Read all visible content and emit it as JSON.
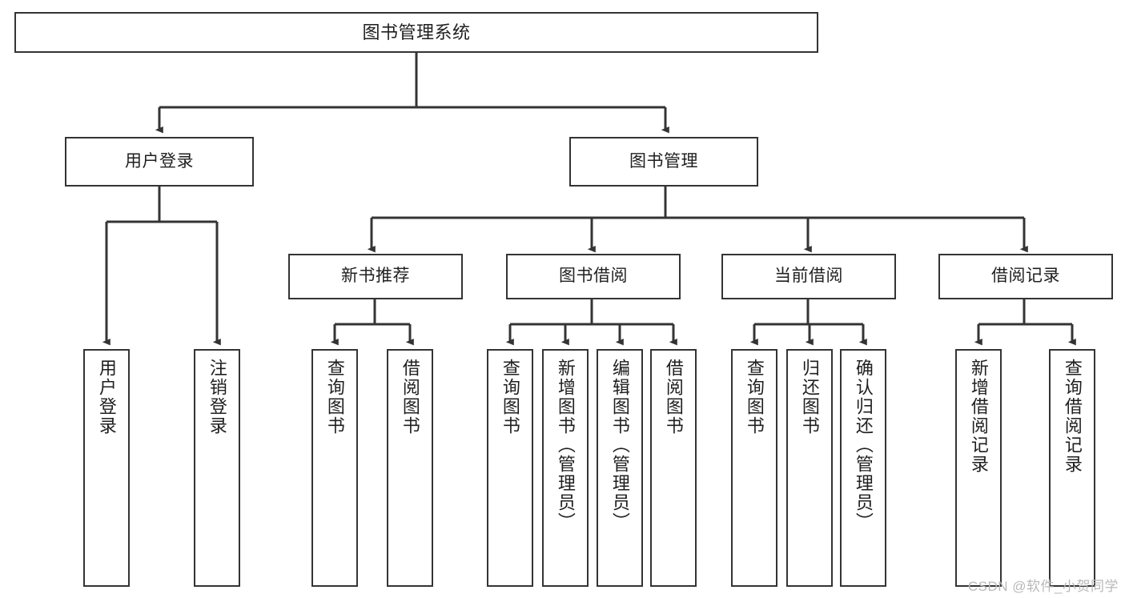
{
  "diagram": {
    "type": "tree",
    "title": "图书管理系统",
    "watermark": "CSDN @软件_小贺同学",
    "colors": {
      "stroke": "#343434",
      "fill": "#ffffff",
      "text": "#1f1f1f",
      "watermark": "#b9b9b9"
    },
    "nodes": {
      "root": {
        "label": "图书管理系统"
      },
      "level2": [
        {
          "label": "用户登录"
        },
        {
          "label": "图书管理"
        }
      ],
      "level3": [
        {
          "label": "新书推荐"
        },
        {
          "label": "图书借阅"
        },
        {
          "label": "当前借阅"
        },
        {
          "label": "借阅记录"
        }
      ],
      "leaves": {
        "user_login": [
          {
            "label": "用户登录"
          },
          {
            "label": "注销登录"
          }
        ],
        "new_book_rec": [
          {
            "label": "查询图书"
          },
          {
            "label": "借阅图书"
          }
        ],
        "book_borrow": [
          {
            "label": "查询图书"
          },
          {
            "label": "新增图书（管理员）"
          },
          {
            "label": "编辑图书（管理员）"
          },
          {
            "label": "借阅图书"
          }
        ],
        "current_borrow": [
          {
            "label": "查询图书"
          },
          {
            "label": "归还图书"
          },
          {
            "label": "确认归还（管理员）"
          }
        ],
        "borrow_record": [
          {
            "label": "新增借阅记录"
          },
          {
            "label": "查询借阅记录"
          }
        ]
      }
    }
  }
}
